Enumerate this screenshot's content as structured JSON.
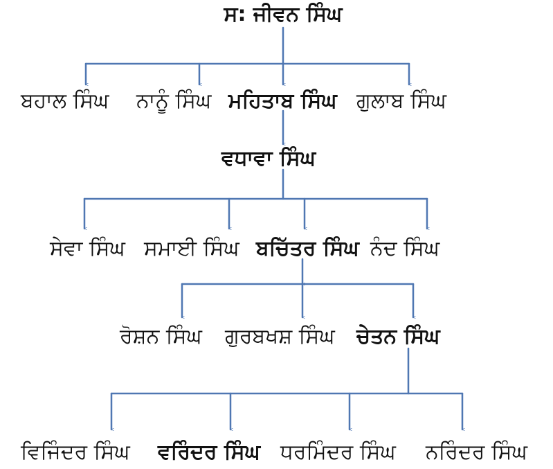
{
  "colors": {
    "connector": "#4f77b2",
    "text": "#111111",
    "background": "#ffffff"
  },
  "generations": [
    {
      "members": [
        {
          "name": "ਸ: ਜੀਵਨ ਸਿੰਘ",
          "bold": true
        }
      ]
    },
    {
      "members": [
        {
          "name": "ਬਹਾਲ ਸਿੰਘ",
          "bold": false
        },
        {
          "name": "ਨਾਨੂੰ ਸਿੰਘ",
          "bold": false
        },
        {
          "name": "ਮਹਿਤਾਬ ਸਿੰਘ",
          "bold": true
        },
        {
          "name": "ਗੁਲਾਬ ਸਿੰਘ",
          "bold": false
        }
      ]
    },
    {
      "members": [
        {
          "name": "ਵਧਾਵਾ ਸਿੰਘ",
          "bold": true
        }
      ]
    },
    {
      "members": [
        {
          "name": "ਸੇਵਾ ਸਿੰਘ",
          "bold": false
        },
        {
          "name": "ਸਮਾਈ ਸਿੰਘ",
          "bold": false
        },
        {
          "name": "ਬਚਿੱਤਰ ਸਿੰਘ",
          "bold": true
        },
        {
          "name": "ਨੰਦ ਸਿੰਘ",
          "bold": false
        }
      ]
    },
    {
      "members": [
        {
          "name": "ਰੋਸ਼ਨ ਸਿੰਘ",
          "bold": false
        },
        {
          "name": "ਗੁਰਬਖਸ਼ ਸਿੰਘ",
          "bold": false
        },
        {
          "name": "ਚੇਤਨ ਸਿੰਘ",
          "bold": true
        }
      ]
    },
    {
      "members": [
        {
          "name": "ਵਿਜਿੰਦਰ ਸਿੰਘ",
          "bold": false
        },
        {
          "name": "ਵਰਿੰਦਰ ਸਿੰਘ",
          "bold": true
        },
        {
          "name": "ਧਰਮਿੰਦਰ ਸਿੰਘ",
          "bold": false
        },
        {
          "name": "ਨਰਿੰਦਰ ਸਿੰਘ",
          "bold": false
        }
      ]
    }
  ]
}
